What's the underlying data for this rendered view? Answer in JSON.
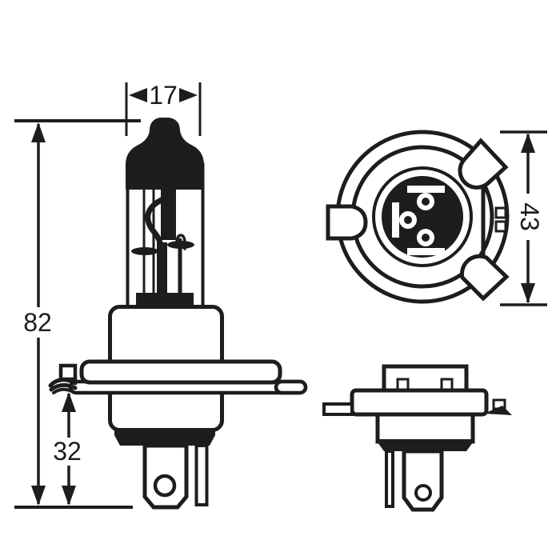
{
  "diagram": {
    "subject": "H4 halogen headlight bulb technical dimension drawing",
    "views": {
      "left": "bulb-side-view",
      "top_right": "flange-rear-view",
      "bottom_right": "base-side-view"
    },
    "dimensions": {
      "glass_width": {
        "value": "17"
      },
      "overall_length": {
        "value": "82"
      },
      "base_length": {
        "value": "32"
      },
      "flange_diameter": {
        "value": "43"
      }
    },
    "colors": {
      "line": "#1d1d1b",
      "background": "#ffffff"
    }
  }
}
